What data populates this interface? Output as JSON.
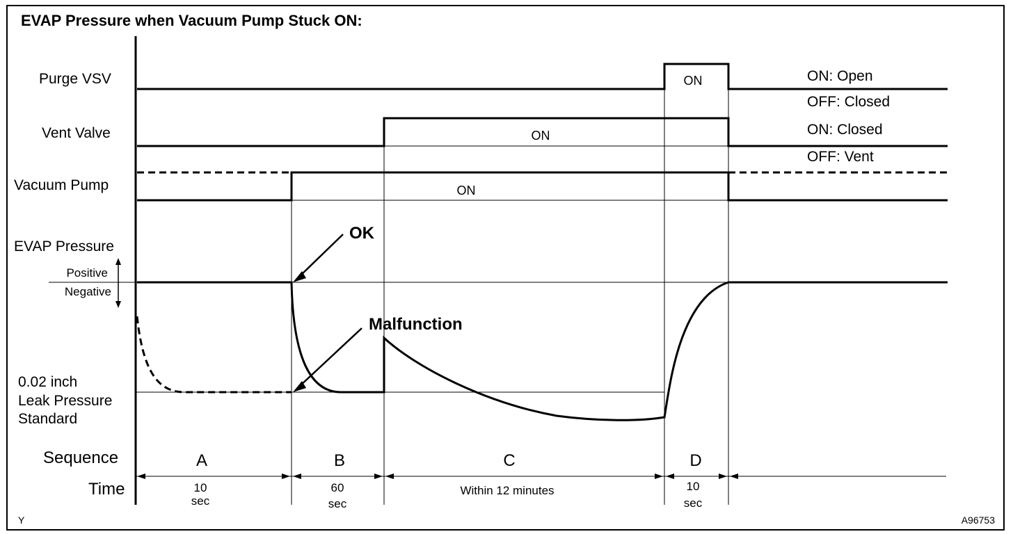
{
  "title": "EVAP Pressure when Vacuum Pump Stuck ON:",
  "signals": {
    "purge_vsv": {
      "label": "Purge VSV",
      "on_text": "ON",
      "legend_on": "ON: Open",
      "legend_off": "OFF: Closed"
    },
    "vent_valve": {
      "label": "Vent Valve",
      "on_text": "ON",
      "legend_on": "ON: Closed",
      "legend_off": "OFF: Vent"
    },
    "vacuum_pump": {
      "label": "Vacuum Pump",
      "on_text": "ON"
    }
  },
  "pressure": {
    "label": "EVAP Pressure",
    "positive": "Positive",
    "negative": "Negative",
    "leak_std_line1": "0.02 inch",
    "leak_std_line2": "Leak Pressure",
    "leak_std_line3": "Standard",
    "ok_label": "OK",
    "malfunction_label": "Malfunction"
  },
  "sequence": {
    "label": "Sequence",
    "time_label": "Time",
    "steps": [
      {
        "name": "A",
        "time_line1": "10",
        "time_line2": "sec"
      },
      {
        "name": "B",
        "time_line1": "60",
        "time_line2": "sec"
      },
      {
        "name": "C",
        "time_line1": "Within 12 minutes",
        "time_line2": ""
      },
      {
        "name": "D",
        "time_line1": "10",
        "time_line2": "sec"
      }
    ]
  },
  "corner_left": "Y",
  "figure_id": "A96753"
}
